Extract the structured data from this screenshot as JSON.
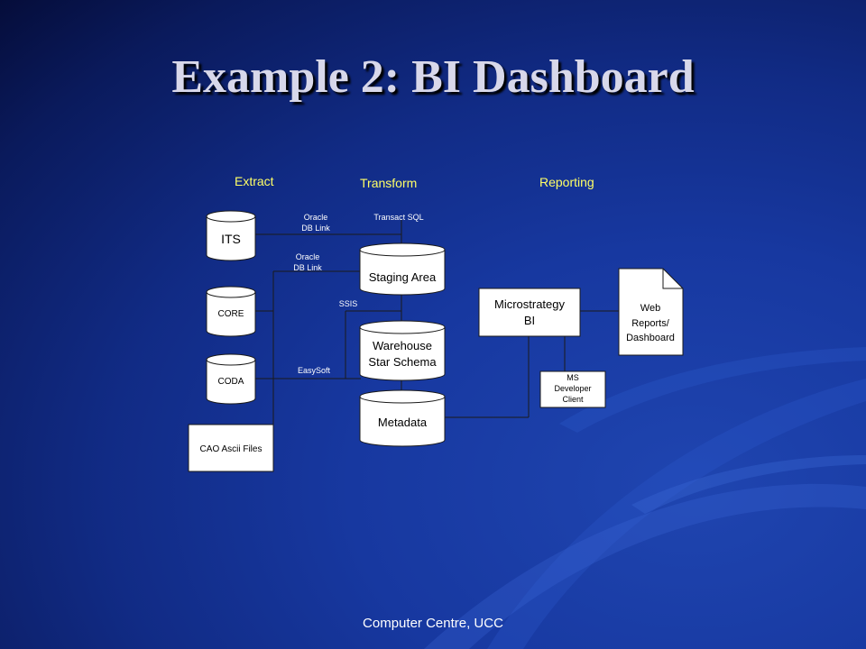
{
  "slide": {
    "title": "Example 2: BI Dashboard",
    "footer": "Computer Centre, UCC"
  },
  "diagram": {
    "stages": {
      "extract": "Extract",
      "transform": "Transform",
      "reporting": "Reporting"
    },
    "sources": {
      "its": "ITS",
      "core": "CORE",
      "coda": "CODA",
      "cao": "CAO Ascii Files"
    },
    "targets": {
      "staging": "Staging Area",
      "warehouse_line1": "Warehouse",
      "warehouse_line2": "Star Schema",
      "metadata": "Metadata"
    },
    "connectors": {
      "oracle1_line1": "Oracle",
      "oracle1_line2": "DB Link",
      "transact_sql": "Transact SQL",
      "oracle2_line1": "Oracle",
      "oracle2_line2": "DB Link",
      "ssis": "SSIS",
      "easysoft": "EasySoft"
    },
    "reporting": {
      "bi_line1": "Microstrategy",
      "bi_line2": "BI",
      "web_line1": "Web",
      "web_line2": "Reports/",
      "web_line3": "Dashboard",
      "ms_line1": "MS",
      "ms_line2": "Developer",
      "ms_line3": "Client"
    },
    "colors": {
      "stage_label": "#ffff66",
      "connector_label": "#ffffff",
      "shape_fill": "#ffffff",
      "line": "#1a1a1a"
    }
  }
}
